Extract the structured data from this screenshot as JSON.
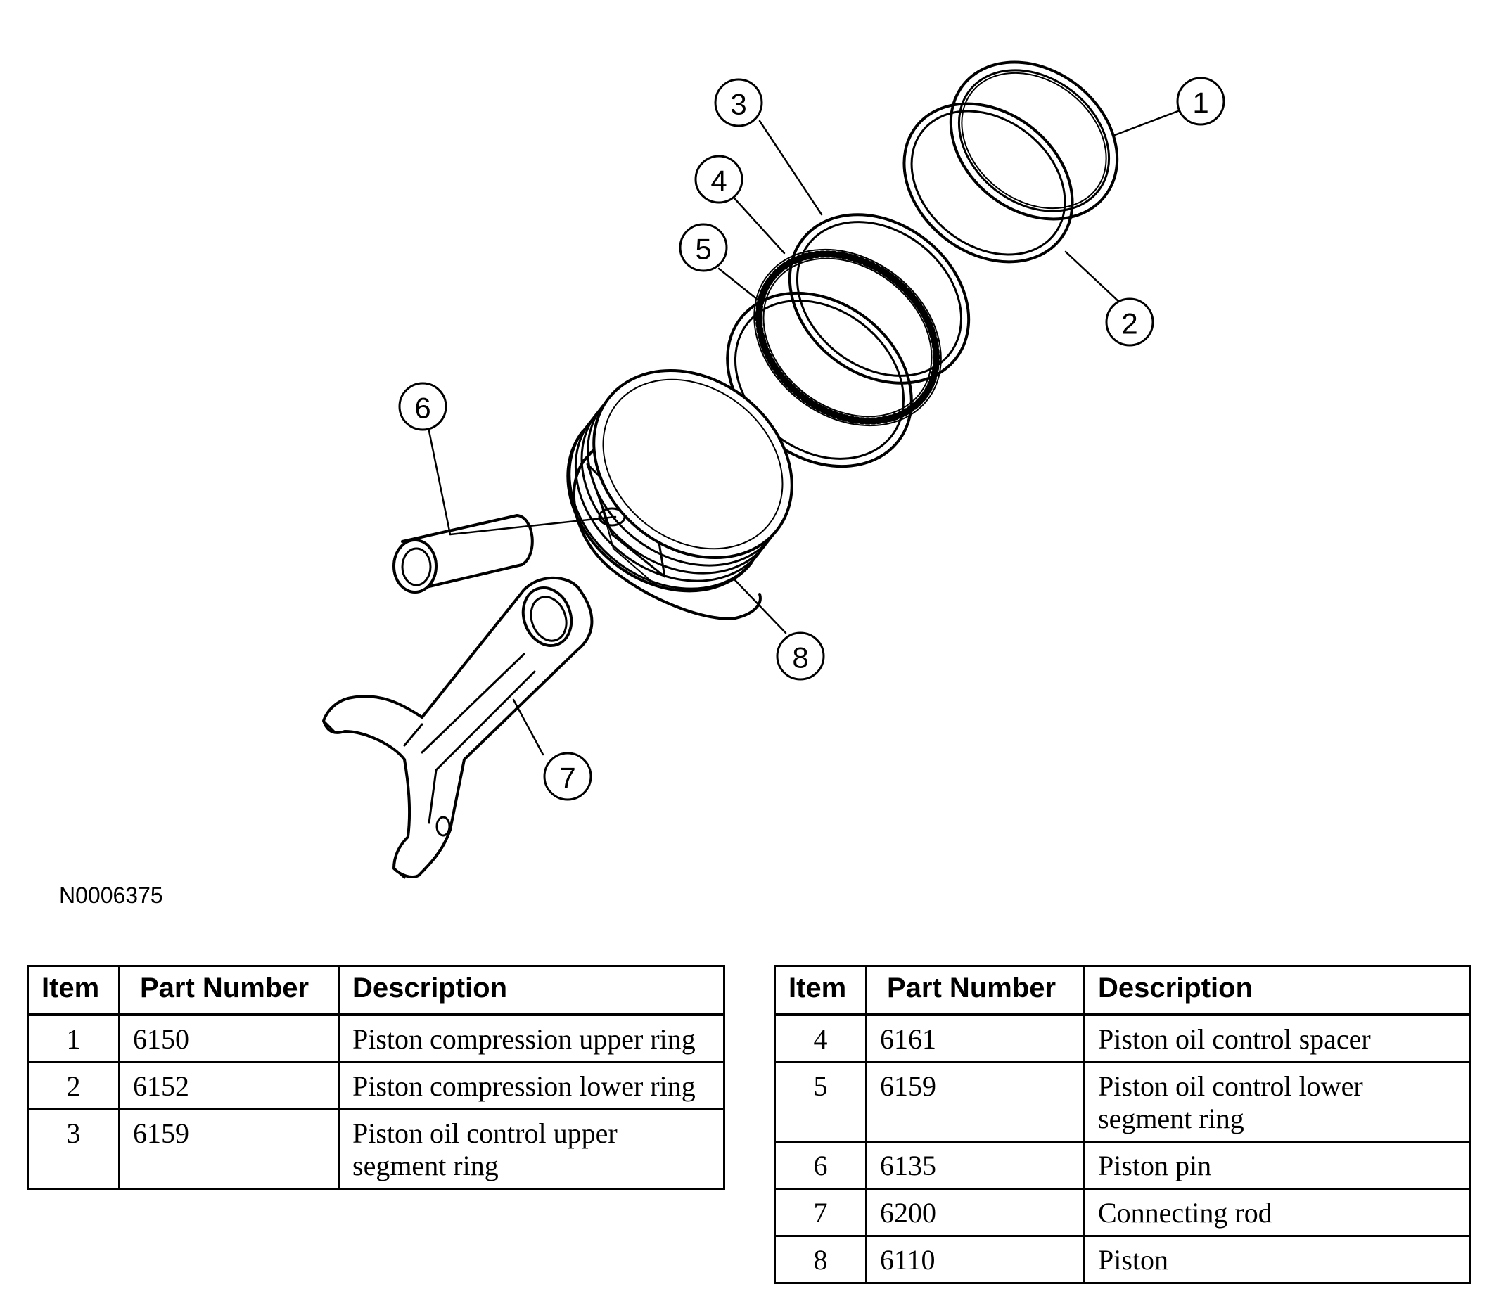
{
  "figure_id": "N0006375",
  "callouts": [
    "1",
    "2",
    "3",
    "4",
    "5",
    "6",
    "7",
    "8"
  ],
  "table_headers": {
    "item": "Item",
    "part_number": "Part Number",
    "description": "Description"
  },
  "table_left": [
    {
      "item": "1",
      "part_number": "6150",
      "description": "Piston compression upper ring"
    },
    {
      "item": "2",
      "part_number": "6152",
      "description": "Piston compression lower ring"
    },
    {
      "item": "3",
      "part_number": "6159",
      "description": "Piston oil control upper segment ring"
    }
  ],
  "table_right": [
    {
      "item": "4",
      "part_number": "6161",
      "description": "Piston oil control spacer"
    },
    {
      "item": "5",
      "part_number": "6159",
      "description": "Piston oil control lower segment ring"
    },
    {
      "item": "6",
      "part_number": "6135",
      "description": "Piston pin"
    },
    {
      "item": "7",
      "part_number": "6200",
      "description": "Connecting rod"
    },
    {
      "item": "8",
      "part_number": "6110",
      "description": "Piston"
    }
  ]
}
